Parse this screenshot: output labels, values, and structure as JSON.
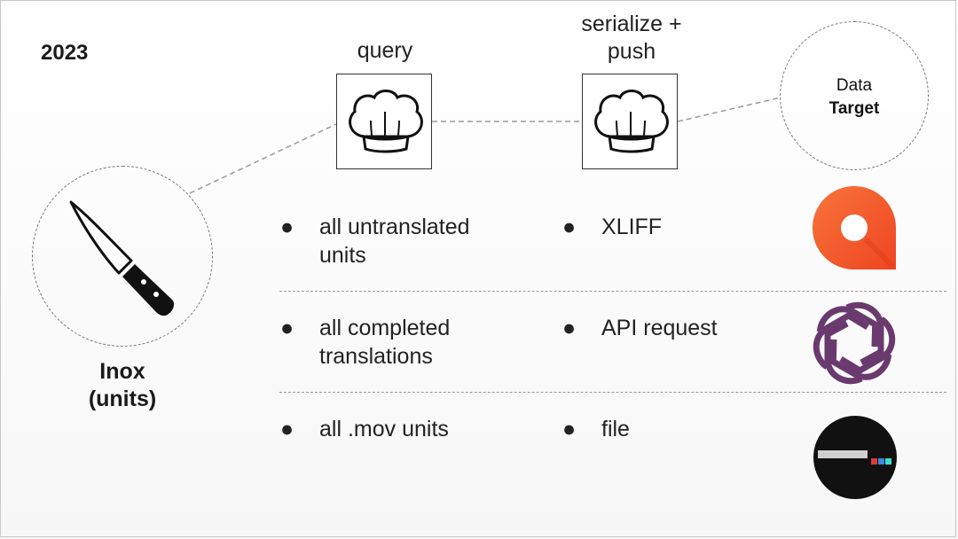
{
  "year": "2023",
  "steps": {
    "query_label": "query",
    "serialize_label_line1": "serialize +",
    "serialize_label_line2": "push"
  },
  "target": {
    "line1": "Data",
    "line2": "Target"
  },
  "source": {
    "line1": "Inox",
    "line2": "(units)"
  },
  "rows": [
    {
      "query_line1": "all untranslated",
      "query_line2": "units",
      "format": "XLIFF",
      "logo": "orange-q-logo"
    },
    {
      "query_line1": "all completed",
      "query_line2": "translations",
      "format": "API request",
      "logo": "openai-logo"
    },
    {
      "query_line1": "all .mov units",
      "query_line2": "",
      "format": "file",
      "logo": "black-terminal-logo"
    }
  ],
  "bullet_symbol": "●",
  "icons": {
    "source": "knife-icon",
    "step": "chef-hat-icon"
  },
  "colors": {
    "orange": "#f25a28",
    "purple": "#6a3a6e",
    "dark": "#111111"
  }
}
